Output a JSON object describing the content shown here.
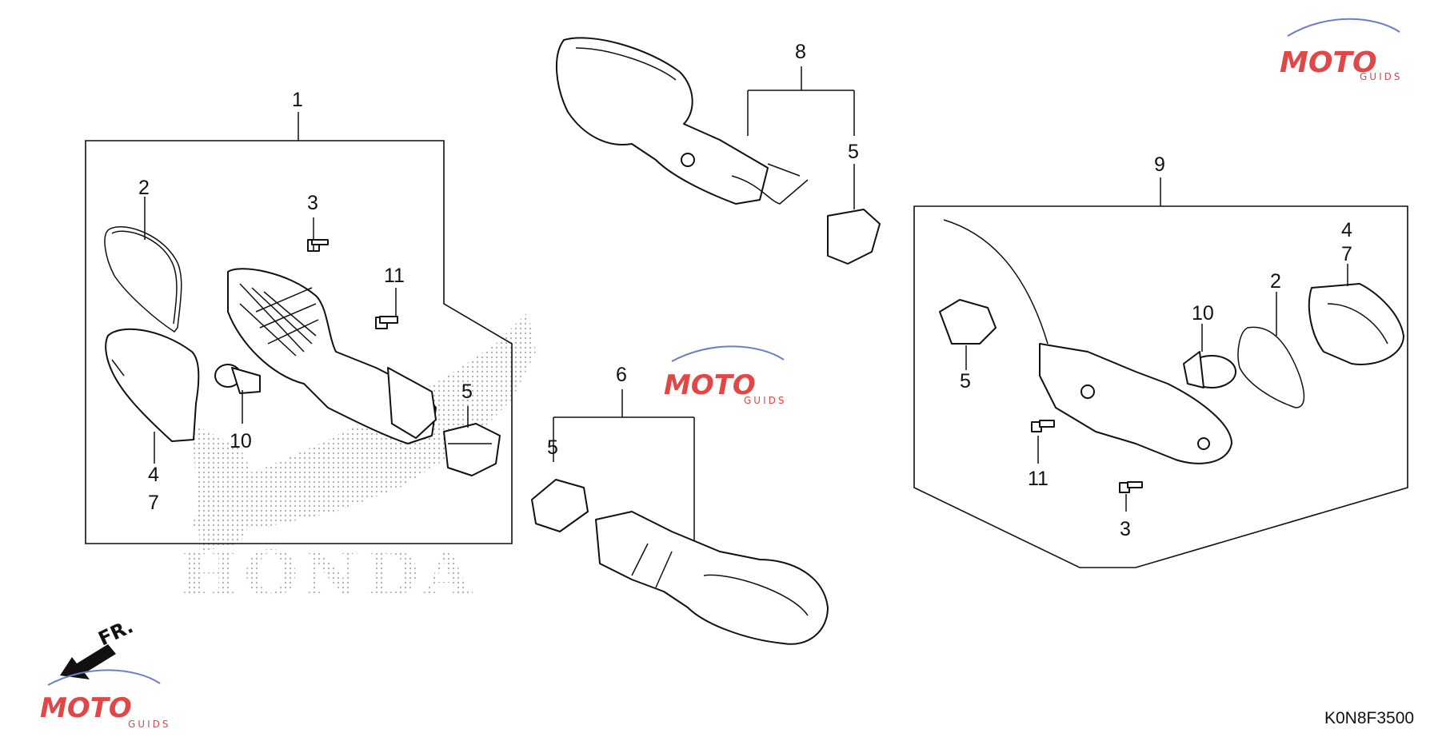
{
  "diagram_code": "K0N8F3500",
  "direction_label": "FR.",
  "brand_watermark": "HONDA",
  "watermark": {
    "main": "MOTO",
    "sub": "GUIDS"
  },
  "callouts": {
    "c1": "1",
    "c2": "2",
    "c3": "3",
    "c4": "4",
    "c5": "5",
    "c6": "6",
    "c7": "7",
    "c8": "8",
    "c9": "9",
    "c10": "10",
    "c11": "11"
  },
  "colors": {
    "line": "#111111",
    "watermark_red": "#e04848",
    "watermark_blue": "#6a7fc4",
    "honda_dots": "#b8b8b8"
  }
}
